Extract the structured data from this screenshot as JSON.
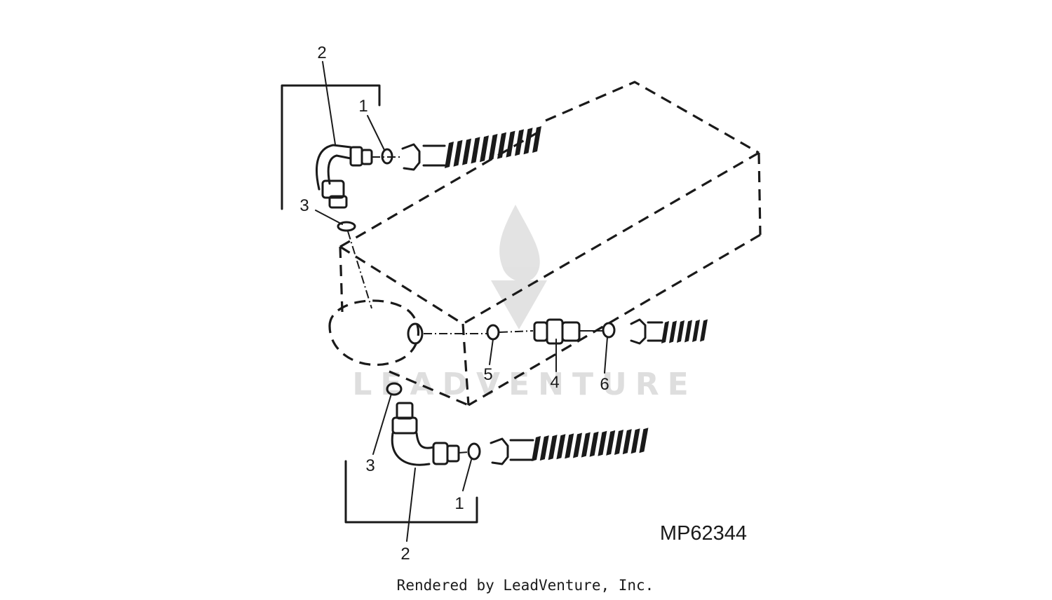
{
  "figure_id": "MP62344",
  "credit": "Rendered by LeadVenture, Inc.",
  "watermark": "LEADVENTURE",
  "callouts": {
    "top_elbow": "2",
    "top_washer": "1",
    "top_seal": "3",
    "union": "4",
    "washer_5": "5",
    "washer_6": "6",
    "bottom_seal": "3",
    "bottom_washer": "1",
    "bottom_elbow": "2"
  },
  "icons": [
    "flame-logo-icon",
    "v-logo-icon"
  ]
}
